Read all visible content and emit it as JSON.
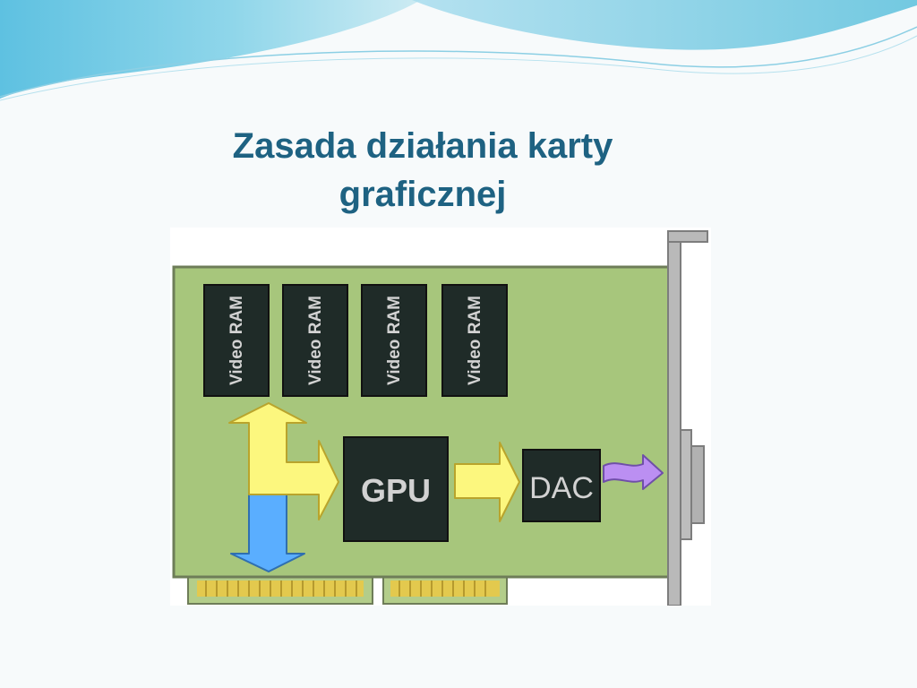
{
  "slide": {
    "title_line1": "Zasada działania karty",
    "title_line2": "graficznej"
  },
  "diagram": {
    "ram_chips": [
      {
        "label": "Video RAM"
      },
      {
        "label": "Video RAM"
      },
      {
        "label": "Video RAM"
      },
      {
        "label": "Video RAM"
      }
    ],
    "gpu_label": "GPU",
    "dac_label": "DAC"
  },
  "colors": {
    "title": "#1e6282",
    "board": "#a7c67c",
    "chip": "#1f2b28",
    "arrow_yellow": "#fcf77e",
    "arrow_blue": "#5aaeff",
    "arrow_purple": "#bb8ff2",
    "bracket": "#9a9a9a"
  }
}
